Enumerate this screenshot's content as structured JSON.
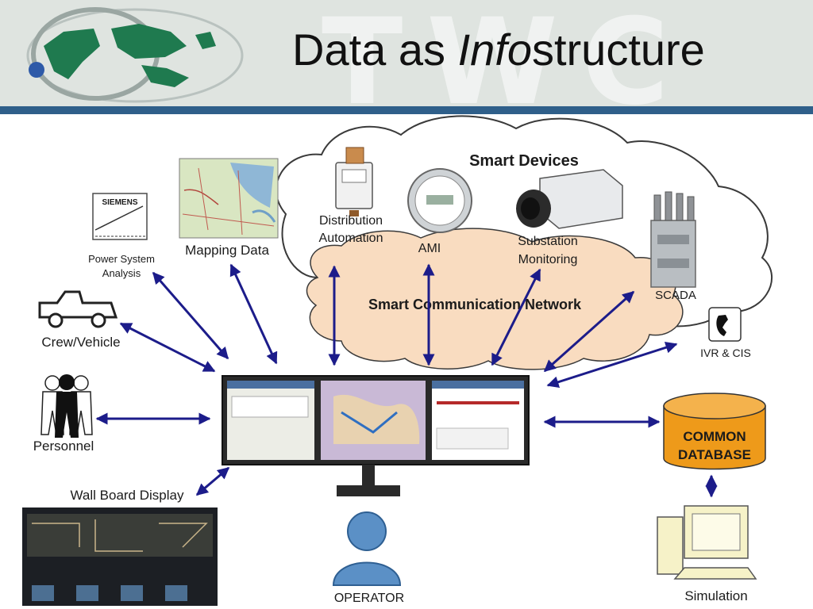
{
  "slide": {
    "title_pre": "Data as ",
    "title_italic": "Info",
    "title_post": "structure",
    "watermark": "TWC"
  },
  "clouds": {
    "top_label": "Smart Devices",
    "network_label": "Smart Communication Network"
  },
  "nodes": {
    "power_system_analysis": "Power System Analysis",
    "siemens": "SIEMENS",
    "mapping_data": "Mapping Data",
    "distribution_automation": "Distribution Automation",
    "ami": "AMI",
    "substation_monitoring": "Substation Monitoring",
    "scada": "SCADA",
    "ivr_cis": "IVR & CIS",
    "crew_vehicle": "Crew/Vehicle",
    "personnel": "Personnel",
    "wall_board_display": "Wall Board Display",
    "common_database_line1": "COMMON",
    "common_database_line2": "DATABASE",
    "simulation": "Simulation",
    "operator": "OPERATOR"
  },
  "colors": {
    "arrow": "#1c1c8a",
    "header_bar": "#2f5f8a",
    "database": "#ee9a1a",
    "network_cloud": "#f9dcc0",
    "operator": "#5b90c6"
  }
}
